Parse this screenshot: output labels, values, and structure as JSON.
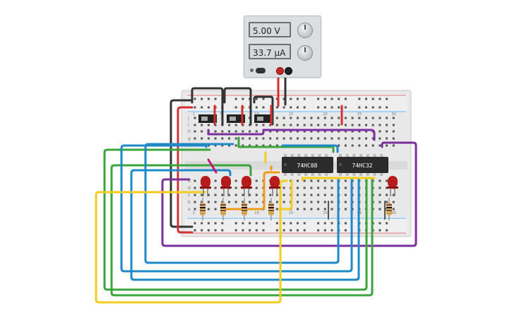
{
  "power_supply": {
    "voltage_display": "5.00 V",
    "current_display": "33.7 µA"
  },
  "chips": [
    {
      "label": "74HC08"
    },
    {
      "label": "74HC32"
    }
  ],
  "breadboard": {
    "row_letters_upper": [
      "j",
      "i",
      "h",
      "g",
      "f"
    ],
    "row_letters_lower": [
      "e",
      "d",
      "c",
      "b",
      "a"
    ],
    "column_numbers": [
      "1",
      "",
      "",
      "",
      "5",
      "",
      "",
      "",
      "",
      "10",
      "",
      "",
      "",
      "",
      "15",
      "",
      "",
      "",
      "",
      "20",
      "",
      "",
      "",
      "",
      "25",
      "",
      "",
      "",
      "",
      "30"
    ]
  },
  "colors": {
    "wire_red": "#d32f2f",
    "wire_black": "#333333",
    "wire_blue": "#1e88c8",
    "wire_green": "#3aa53a",
    "wire_yellow": "#f2cc1f",
    "wire_purple": "#7b2f9e",
    "wire_orange": "#f09a1a",
    "wire_magenta": "#c2187a",
    "led_red": "#b71c1c"
  },
  "leds": [
    "led",
    "led",
    "led",
    "led",
    "led"
  ],
  "resistors": [
    "resistor",
    "resistor",
    "resistor",
    "resistor",
    "resistor"
  ],
  "switches": [
    "slide-switch",
    "slide-switch",
    "slide-switch"
  ]
}
